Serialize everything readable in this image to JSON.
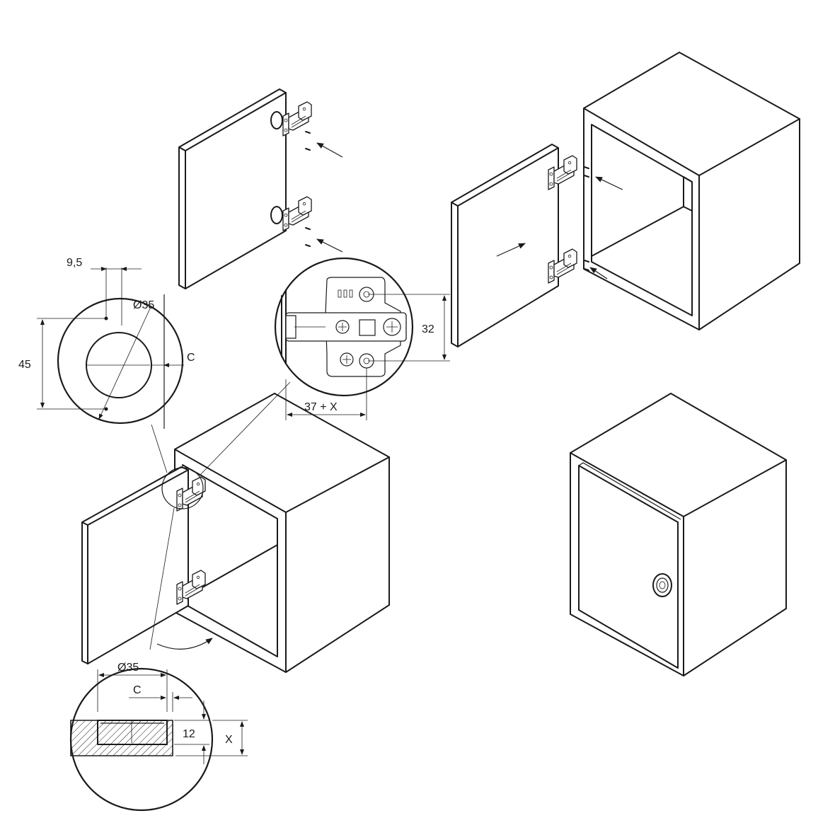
{
  "dimensions": {
    "offset_95": "9,5",
    "dia_35_top": "Ø35",
    "spacing_45": "45",
    "distance_c_top": "C",
    "spacing_32": "32",
    "offset_37x": "37 + X",
    "dia_35_bottom": "Ø35",
    "distance_c_bottom": "C",
    "depth_12": "12",
    "thickness_x": "X"
  },
  "colors": {
    "line": "#1a1a1a",
    "background": "#ffffff"
  }
}
